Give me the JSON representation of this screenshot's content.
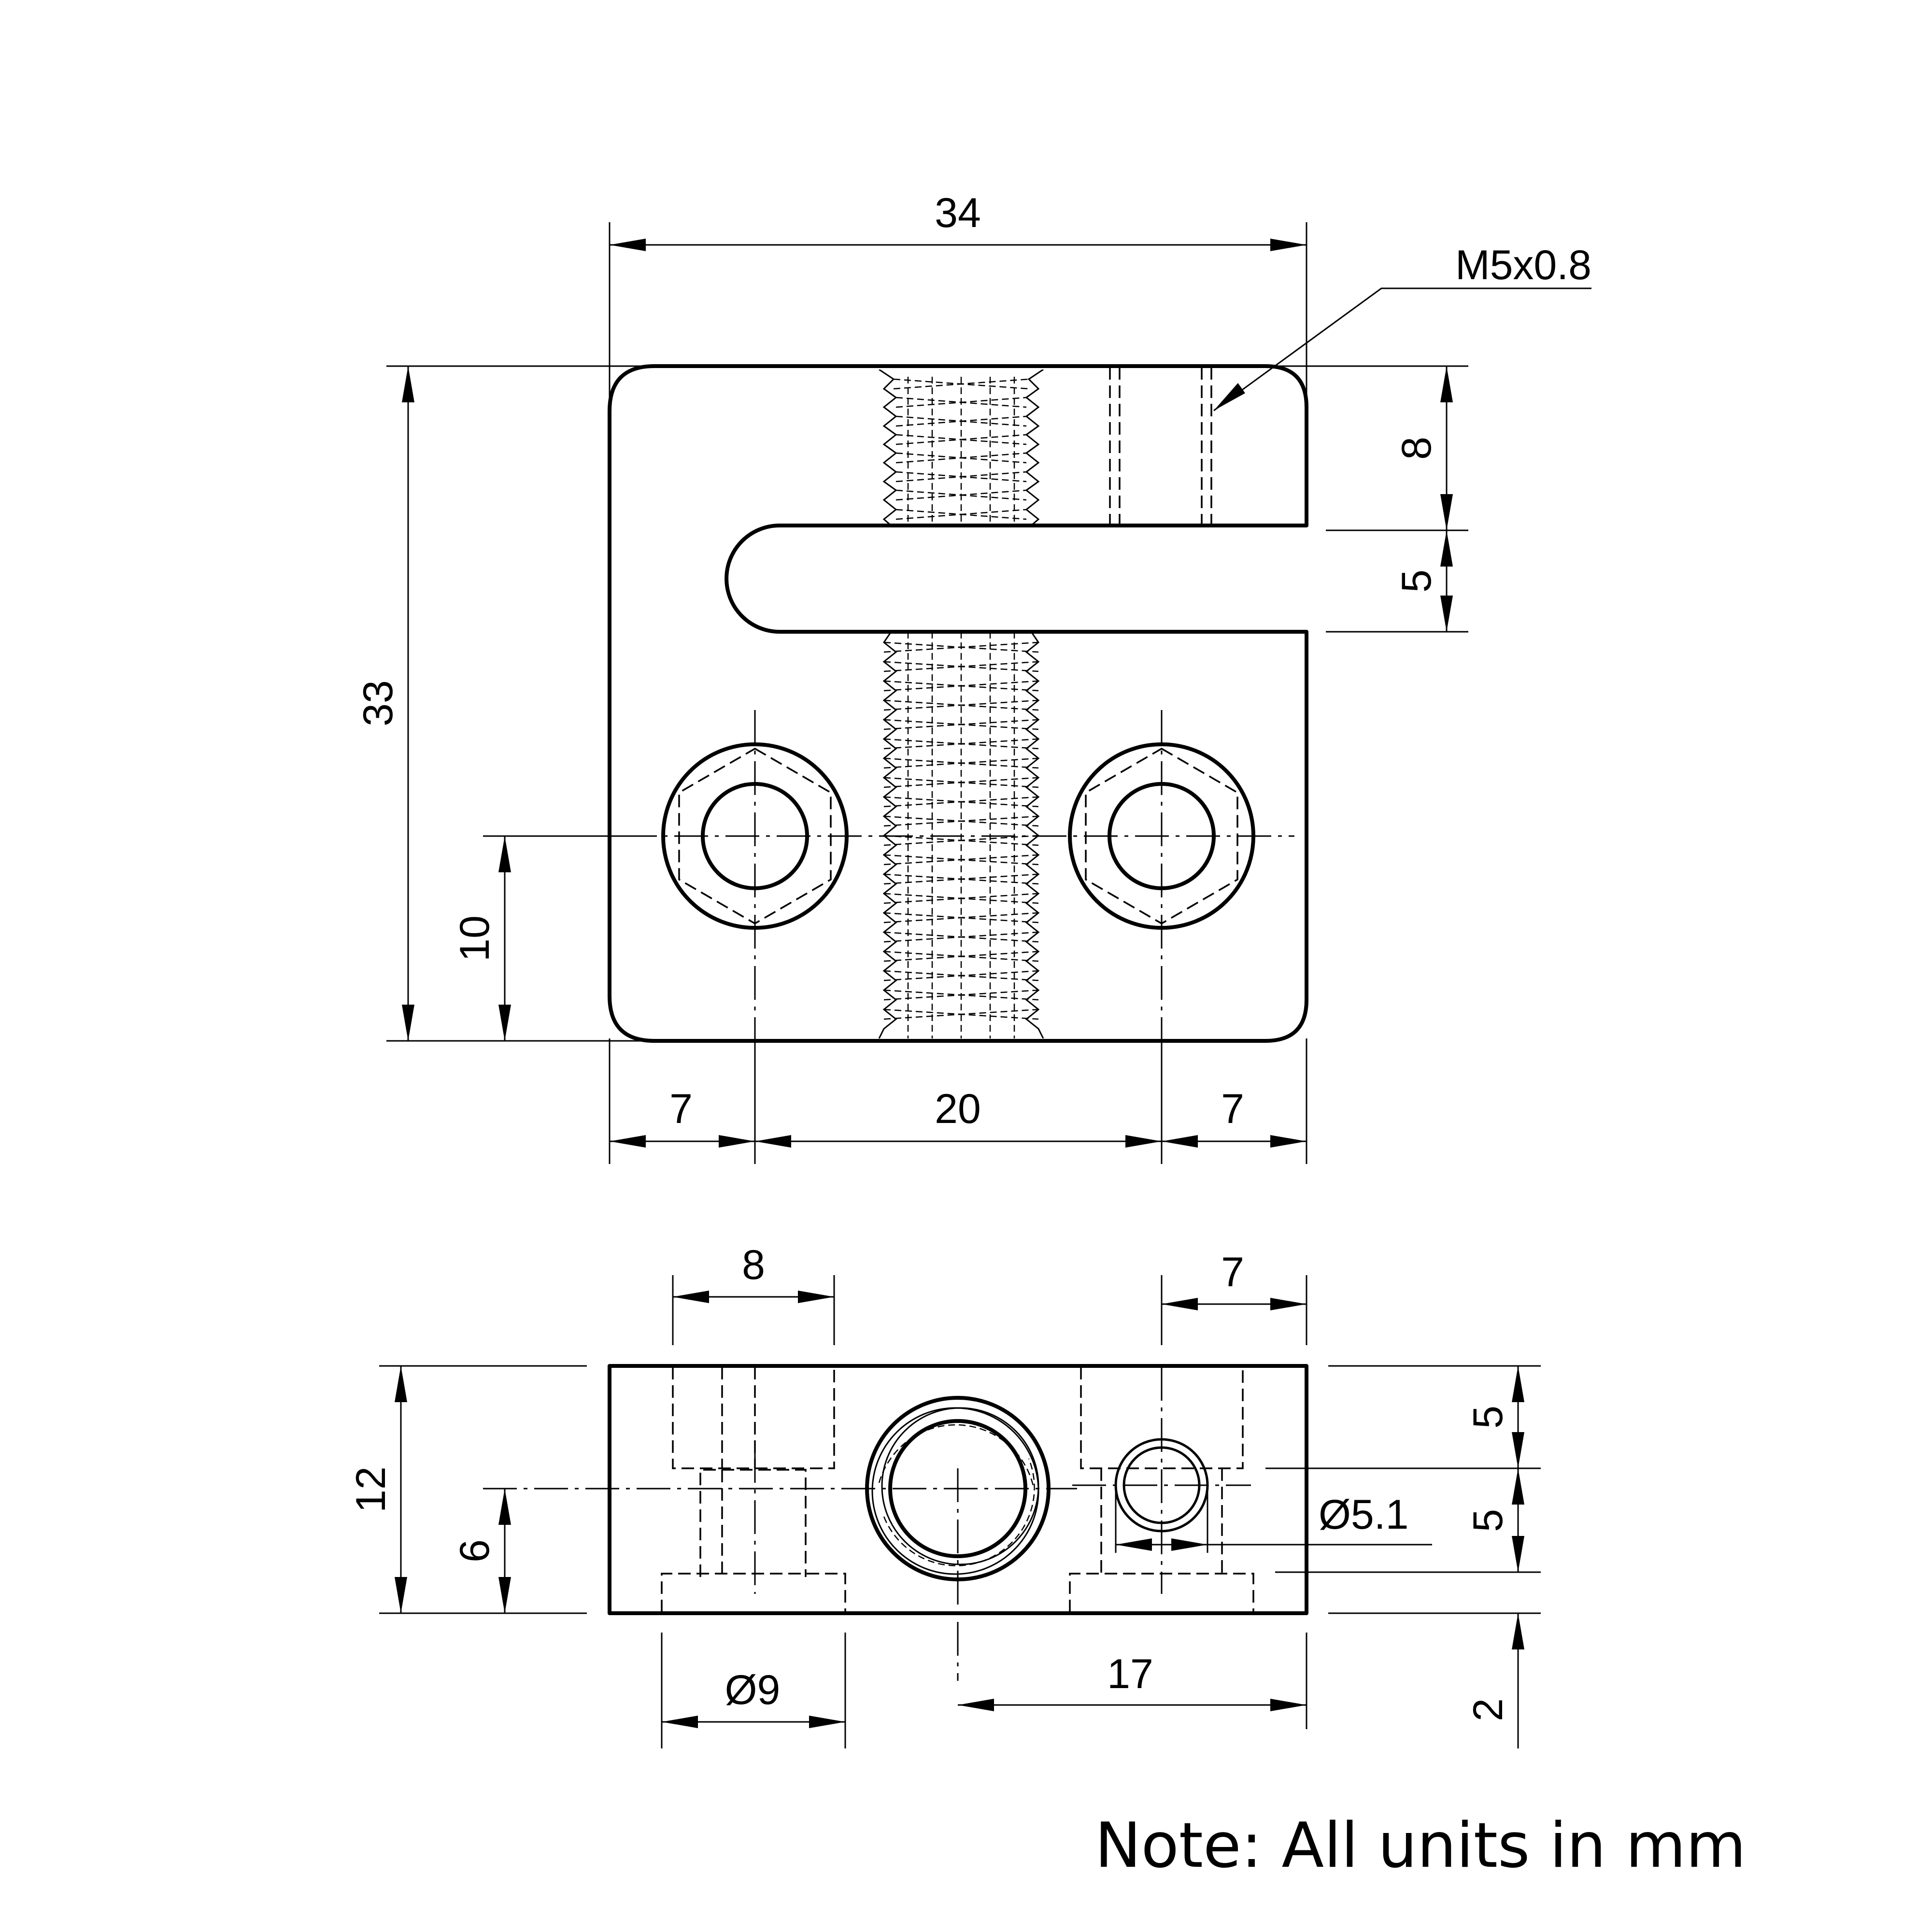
{
  "dimensions": {
    "top_view": {
      "overall_width": "34",
      "overall_height": "33",
      "thread_callout": "M5x0.8",
      "top_section_height": "8",
      "slot_width": "5",
      "hole_height_from_bottom": "10",
      "left_edge_to_hole": "7",
      "hole_spacing": "20",
      "right_edge_to_hole": "7"
    },
    "side_view": {
      "counterbore_diameter_width": "8",
      "right_hole_offset": "7",
      "height": "12",
      "center_height": "6",
      "upper_right_step": "5",
      "middle_right_step": "5",
      "bottom_right_step": "2",
      "small_hole_diameter": "Ø5.1",
      "bottom_counterbore_diameter": "Ø9",
      "center_to_right_edge": "17"
    }
  },
  "note": "Note: All units in mm"
}
